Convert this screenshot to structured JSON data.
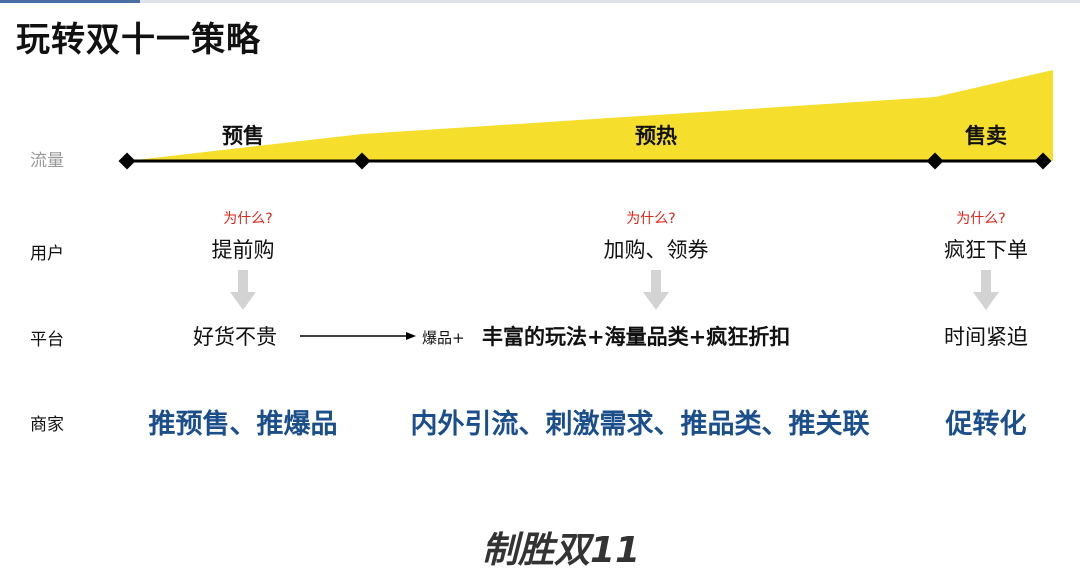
{
  "title": "玩转双十一策略",
  "colors": {
    "accent_fill": "#f6de2c",
    "why": "#e0261a",
    "merchant": "#1a4f8c",
    "arrow": "#d3d3d3"
  },
  "rows": {
    "traffic": "流量",
    "user": "用户",
    "platform": "平台",
    "merchant": "商家"
  },
  "stages": [
    {
      "name": "预售",
      "why": "为什么?",
      "user": "提前购",
      "merchant": "推预售、推爆品"
    },
    {
      "name": "预热",
      "why": "为什么?",
      "user": "加购、领券",
      "merchant": "内外引流、刺激需求、推品类、推关联"
    },
    {
      "name": "售卖",
      "why": "为什么?",
      "user": "疯狂下单",
      "merchant": "促转化"
    }
  ],
  "platform": {
    "presale": "好货不贵",
    "warmup_prefix": "爆品+",
    "warmup": "丰富的玩法+海量品类+疯狂折扣",
    "sale": "时间紧迫"
  },
  "logo_text": "制胜双11"
}
